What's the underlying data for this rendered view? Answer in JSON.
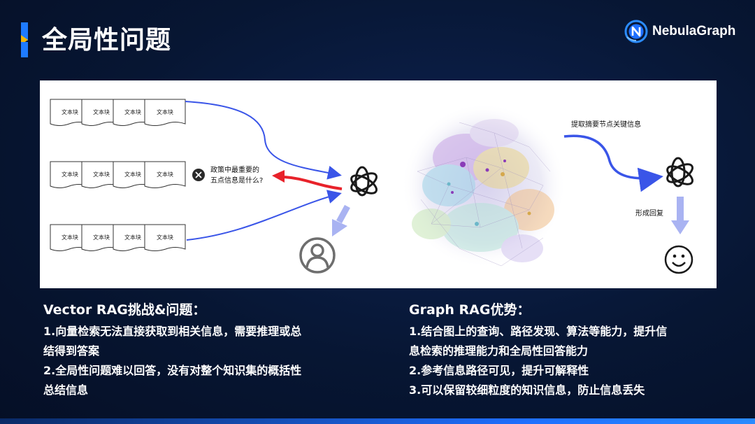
{
  "slide": {
    "title": "全局性问题",
    "brand": "NebulaGraph"
  },
  "diagram": {
    "left": {
      "rows": [
        [
          "文本块",
          "文本块",
          "文本块",
          "文本块"
        ],
        [
          "文本块",
          "文本块",
          "文本块",
          "文本块"
        ],
        [
          "文本块",
          "文本块",
          "文本块",
          "文本块"
        ]
      ],
      "question_line1": "政策中最重要的",
      "question_line2": "五点信息是什么?"
    },
    "right": {
      "step1": "提取摘要节点关键信息",
      "step2": "形成回复"
    },
    "colors": {
      "blue_arrow": "#3a55e8",
      "red_arrow": "#e8222a",
      "lavender_arrow": "#a9b3f2"
    }
  },
  "vector_rag": {
    "heading": "Vector RAG挑战&问题：",
    "lines": [
      "1.向量检索无法直接获取到相关信息，需要推理或总",
      "结得到答案",
      "2.全局性问题难以回答，没有对整个知识集的概括性",
      "总结信息"
    ]
  },
  "graph_rag": {
    "heading": "Graph RAG优势：",
    "lines": [
      "1.结合图上的查询、路径发现、算法等能力，提升信",
      "息检索的推理能力和全局性回答能力",
      "2.参考信息路径可见，提升可解释性",
      "3.可以保留较细粒度的知识信息，防止信息丢失"
    ]
  }
}
